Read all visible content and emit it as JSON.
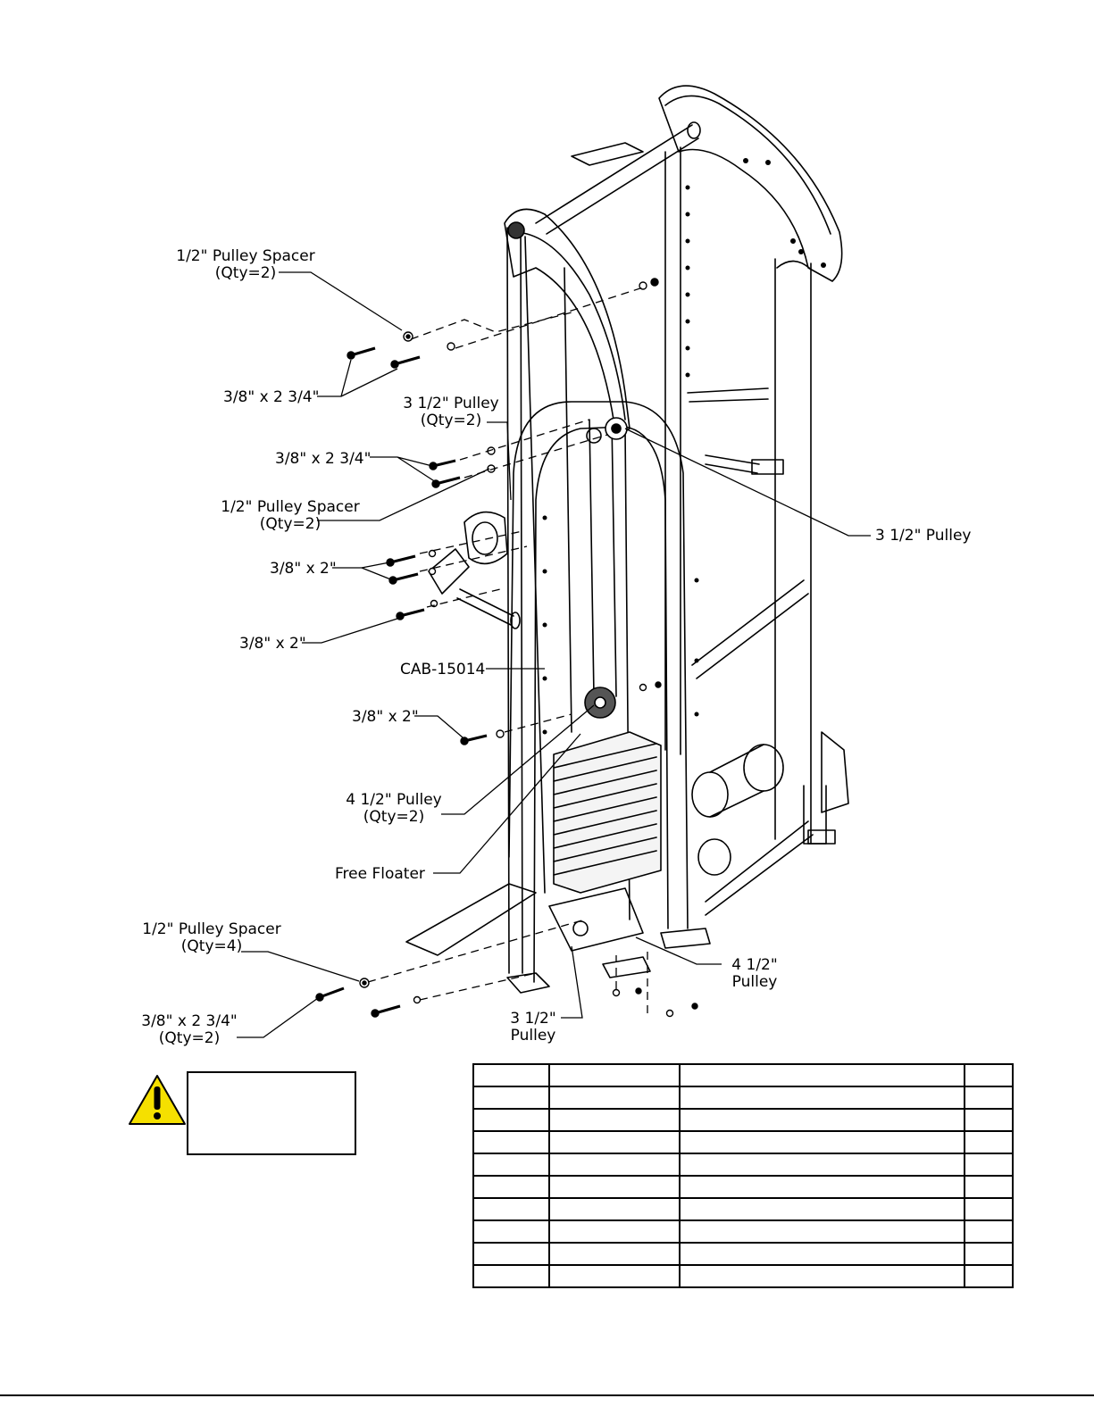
{
  "labels": {
    "spacer_top": "1/2\" Pulley Spacer",
    "spacer_top_qty": "(Qty=2)",
    "bolt_a": "3/8\" x 2  3/4\"",
    "pulley35_top": "3  1/2\" Pulley",
    "pulley35_top_qty": "(Qty=2)",
    "bolt_b": "3/8\" x 2  3/4\"",
    "spacer_mid": "1/2\" Pulley Spacer",
    "spacer_mid_qty": "(Qty=2)",
    "bolt_c": "3/8\" x 2\"",
    "pulley35_right": "3  1/2\" Pulley",
    "bolt_d": "3/8\" x 2\"",
    "cable": "CAB-15014",
    "bolt_e": "3/8\" x 2\"",
    "pulley45": "4  1/2\" Pulley",
    "pulley45_qty": "(Qty=2)",
    "free_floater": "Free Floater",
    "spacer_bottom": "1/2\" Pulley Spacer",
    "spacer_bottom_qty": "(Qty=4)",
    "pulley45_bottom_l1": "4 1/2\"",
    "pulley45_bottom_l2": "Pulley",
    "bolt_f": "3/8\" x 2  3/4\"",
    "bolt_f_qty": "(Qty=2)",
    "pulley35_bottom_l1": "3  1/2\"",
    "pulley35_bottom_l2": "Pulley"
  },
  "parts_table": {
    "rows": [
      [
        "",
        "",
        "",
        ""
      ],
      [
        "",
        "",
        "",
        ""
      ],
      [
        "",
        "",
        "",
        ""
      ],
      [
        "",
        "",
        "",
        ""
      ],
      [
        "",
        "",
        "",
        ""
      ],
      [
        "",
        "",
        "",
        ""
      ],
      [
        "",
        "",
        "",
        ""
      ],
      [
        "",
        "",
        "",
        ""
      ],
      [
        "",
        "",
        "",
        ""
      ],
      [
        "",
        "",
        "",
        ""
      ]
    ]
  },
  "warning": {
    "icon": "warning-triangle-icon",
    "text": ""
  }
}
